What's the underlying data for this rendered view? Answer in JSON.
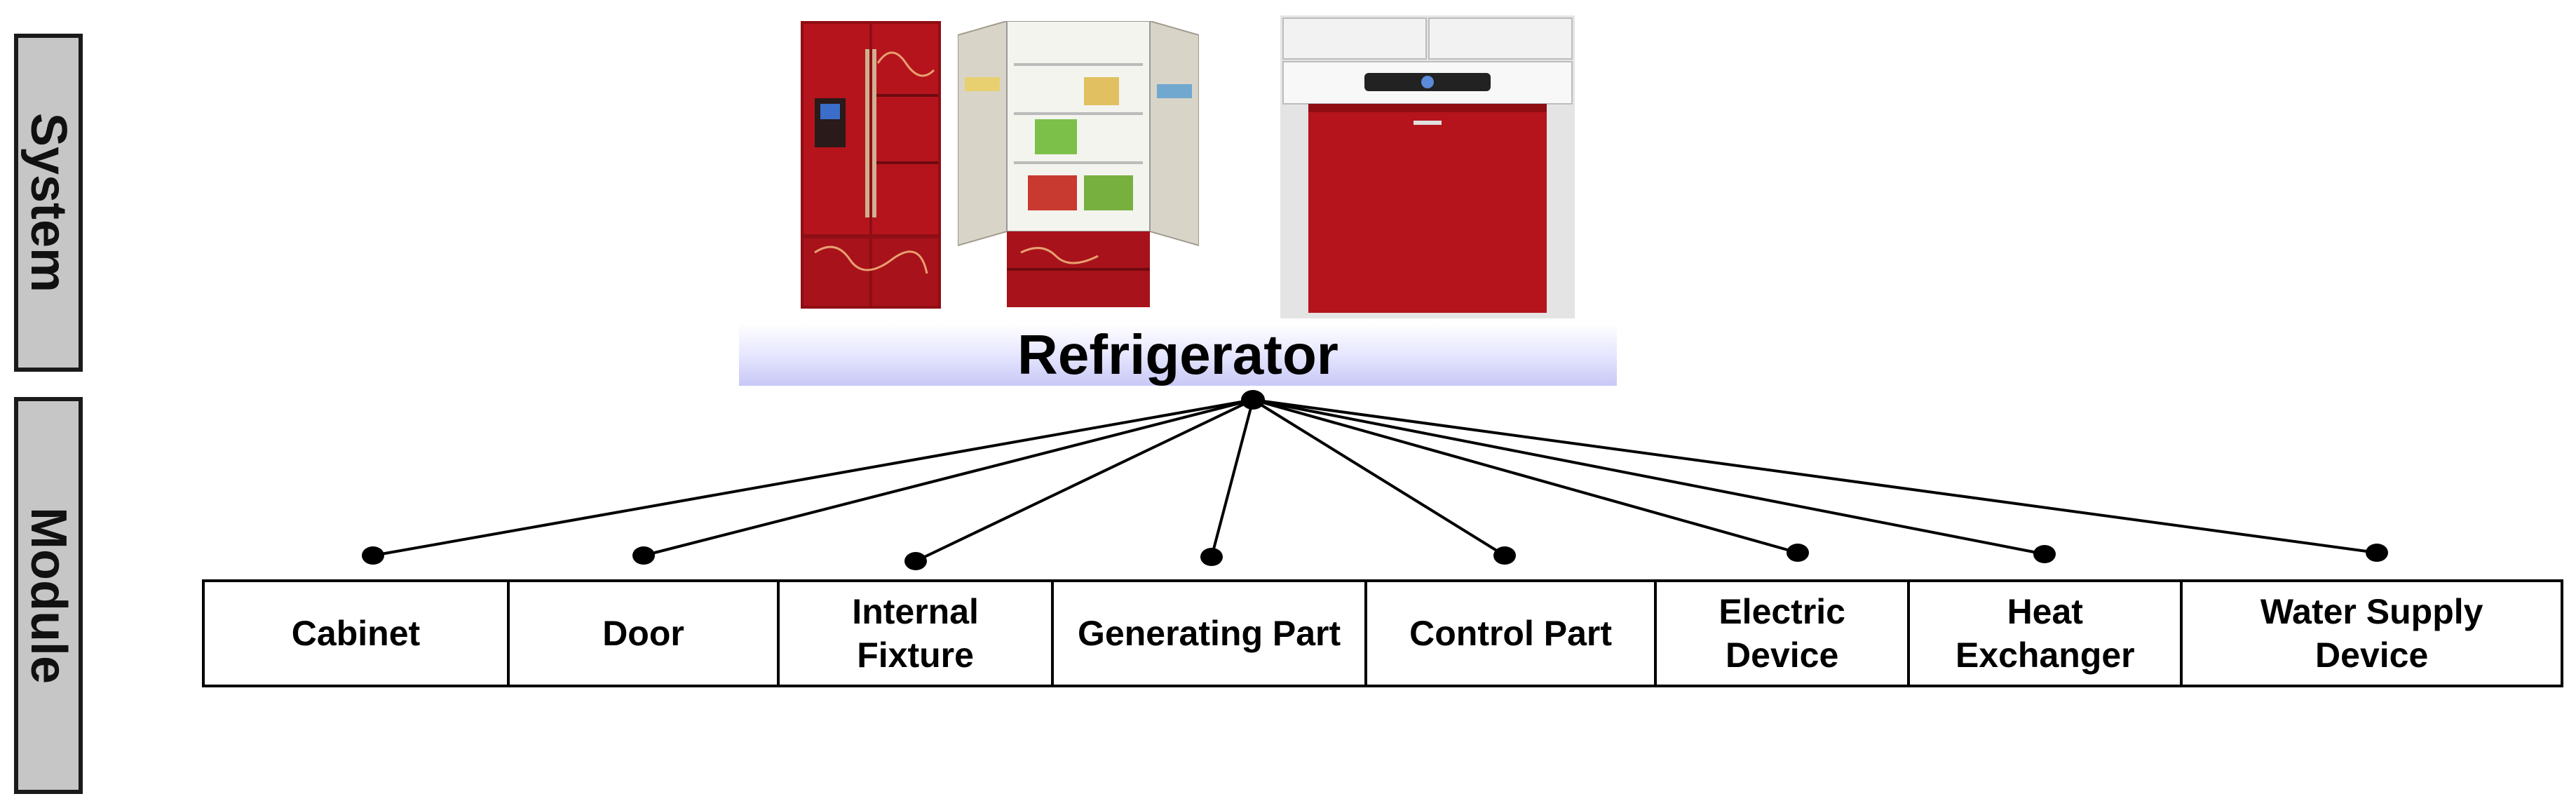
{
  "side_labels": {
    "system": "System",
    "module": "Module"
  },
  "system": {
    "title": "Refrigerator",
    "photos": [
      "fridge-closed",
      "fridge-open",
      "kimchi-fridge"
    ]
  },
  "modules": [
    {
      "label": "Cabinet"
    },
    {
      "label": "Door"
    },
    {
      "label": "Internal\nFixture"
    },
    {
      "label": "Generating Part"
    },
    {
      "label": "Control Part"
    },
    {
      "label": "Electric\nDevice"
    },
    {
      "label": "Heat\nExchanger"
    },
    {
      "label": "Water Supply\nDevice"
    }
  ],
  "colors": {
    "appliance_red": "#b5141c",
    "title_band": "#c8c8f6",
    "label_box": "#c6c6c6"
  }
}
